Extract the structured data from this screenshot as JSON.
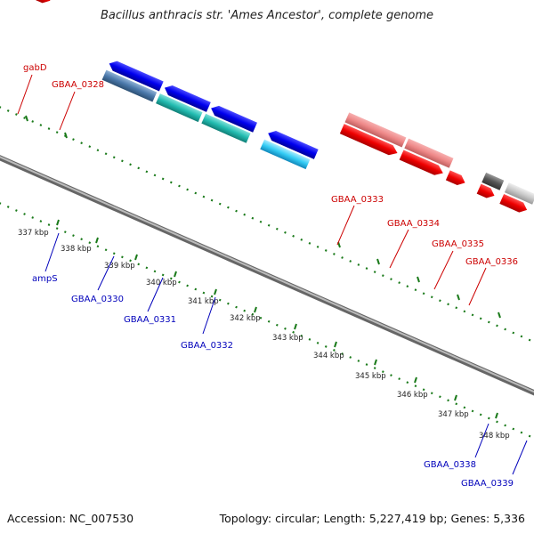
{
  "title": "Bacillus anthracis str. 'Ames Ancestor', complete genome",
  "footer": {
    "accession": "Accession: NC_007530",
    "info": "Topology: circular; Length: 5,227,419 bp; Genes: 5,336"
  },
  "colors": {
    "forward_label": "#cc0000",
    "reverse_label": "#0000bb",
    "tick": "#1a7a1a",
    "backbone": "#888888"
  },
  "scale_ticks": [
    "337 kbp",
    "338 kbp",
    "339 kbp",
    "340 kbp",
    "341 kbp",
    "342 kbp",
    "343 kbp",
    "344 kbp",
    "345 kbp",
    "346 kbp",
    "347 kbp",
    "348 kbp"
  ],
  "forward_gene_labels": [
    "gabD",
    "GBAA_0328",
    "GBAA_0333",
    "GBAA_0334",
    "GBAA_0335",
    "GBAA_0336"
  ],
  "reverse_gene_labels": [
    "ampS",
    "GBAA_0330",
    "GBAA_0331",
    "GBAA_0332",
    "GBAA_0338",
    "GBAA_0339"
  ]
}
